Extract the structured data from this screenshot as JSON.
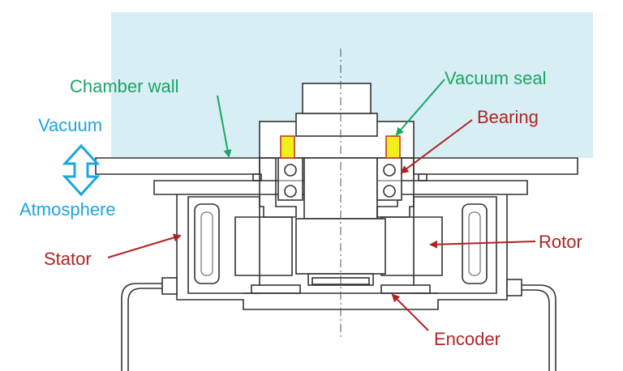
{
  "colors": {
    "vacuum_region": "#d6eef4",
    "seal_fill": "#f2ee1c",
    "seal_border": "#c0392b",
    "green_label": "#1aa564",
    "blue_label": "#1aa6e0",
    "red_label": "#b22222",
    "line": "#333333"
  },
  "labels": {
    "chamber_wall": "Chamber wall",
    "vacuum_seal": "Vacuum seal",
    "bearing": "Bearing",
    "vacuum": "Vacuum",
    "atmosphere": "Atmosphere",
    "stator": "Stator",
    "rotor": "Rotor",
    "encoder": "Encoder"
  },
  "icons": {
    "vacuum_atmosphere_arrow": "double-headed-vertical-arrow-icon"
  }
}
